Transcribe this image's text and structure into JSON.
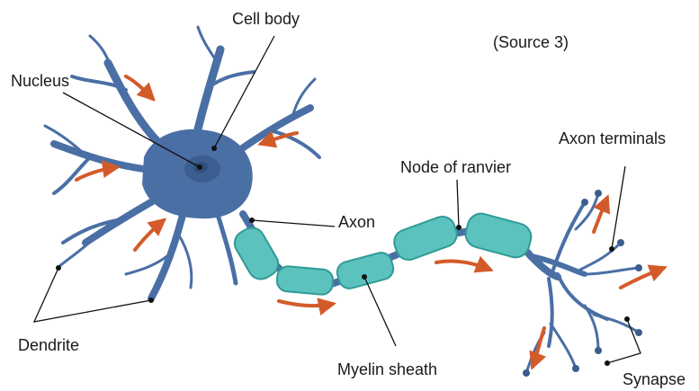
{
  "diagram": {
    "source_note": "(Source 3)",
    "labels": {
      "cell_body": "Cell body",
      "nucleus": "Nucleus",
      "axon": "Axon",
      "node_of_ranvier": "Node of ranvier",
      "axon_terminals": "Axon terminals",
      "dendrite": "Dendrite",
      "myelin_sheath": "Myelin sheath",
      "synapse": "Synapse"
    },
    "colors": {
      "neuron_body": "#4a6fa5",
      "neuron_dark": "#3c5d8f",
      "nucleus": "#2f4e7d",
      "myelin": "#5cc2bd",
      "myelin_dark": "#2f9a96",
      "signal_arrow": "#d35b2a",
      "leader_line": "#111111"
    }
  }
}
